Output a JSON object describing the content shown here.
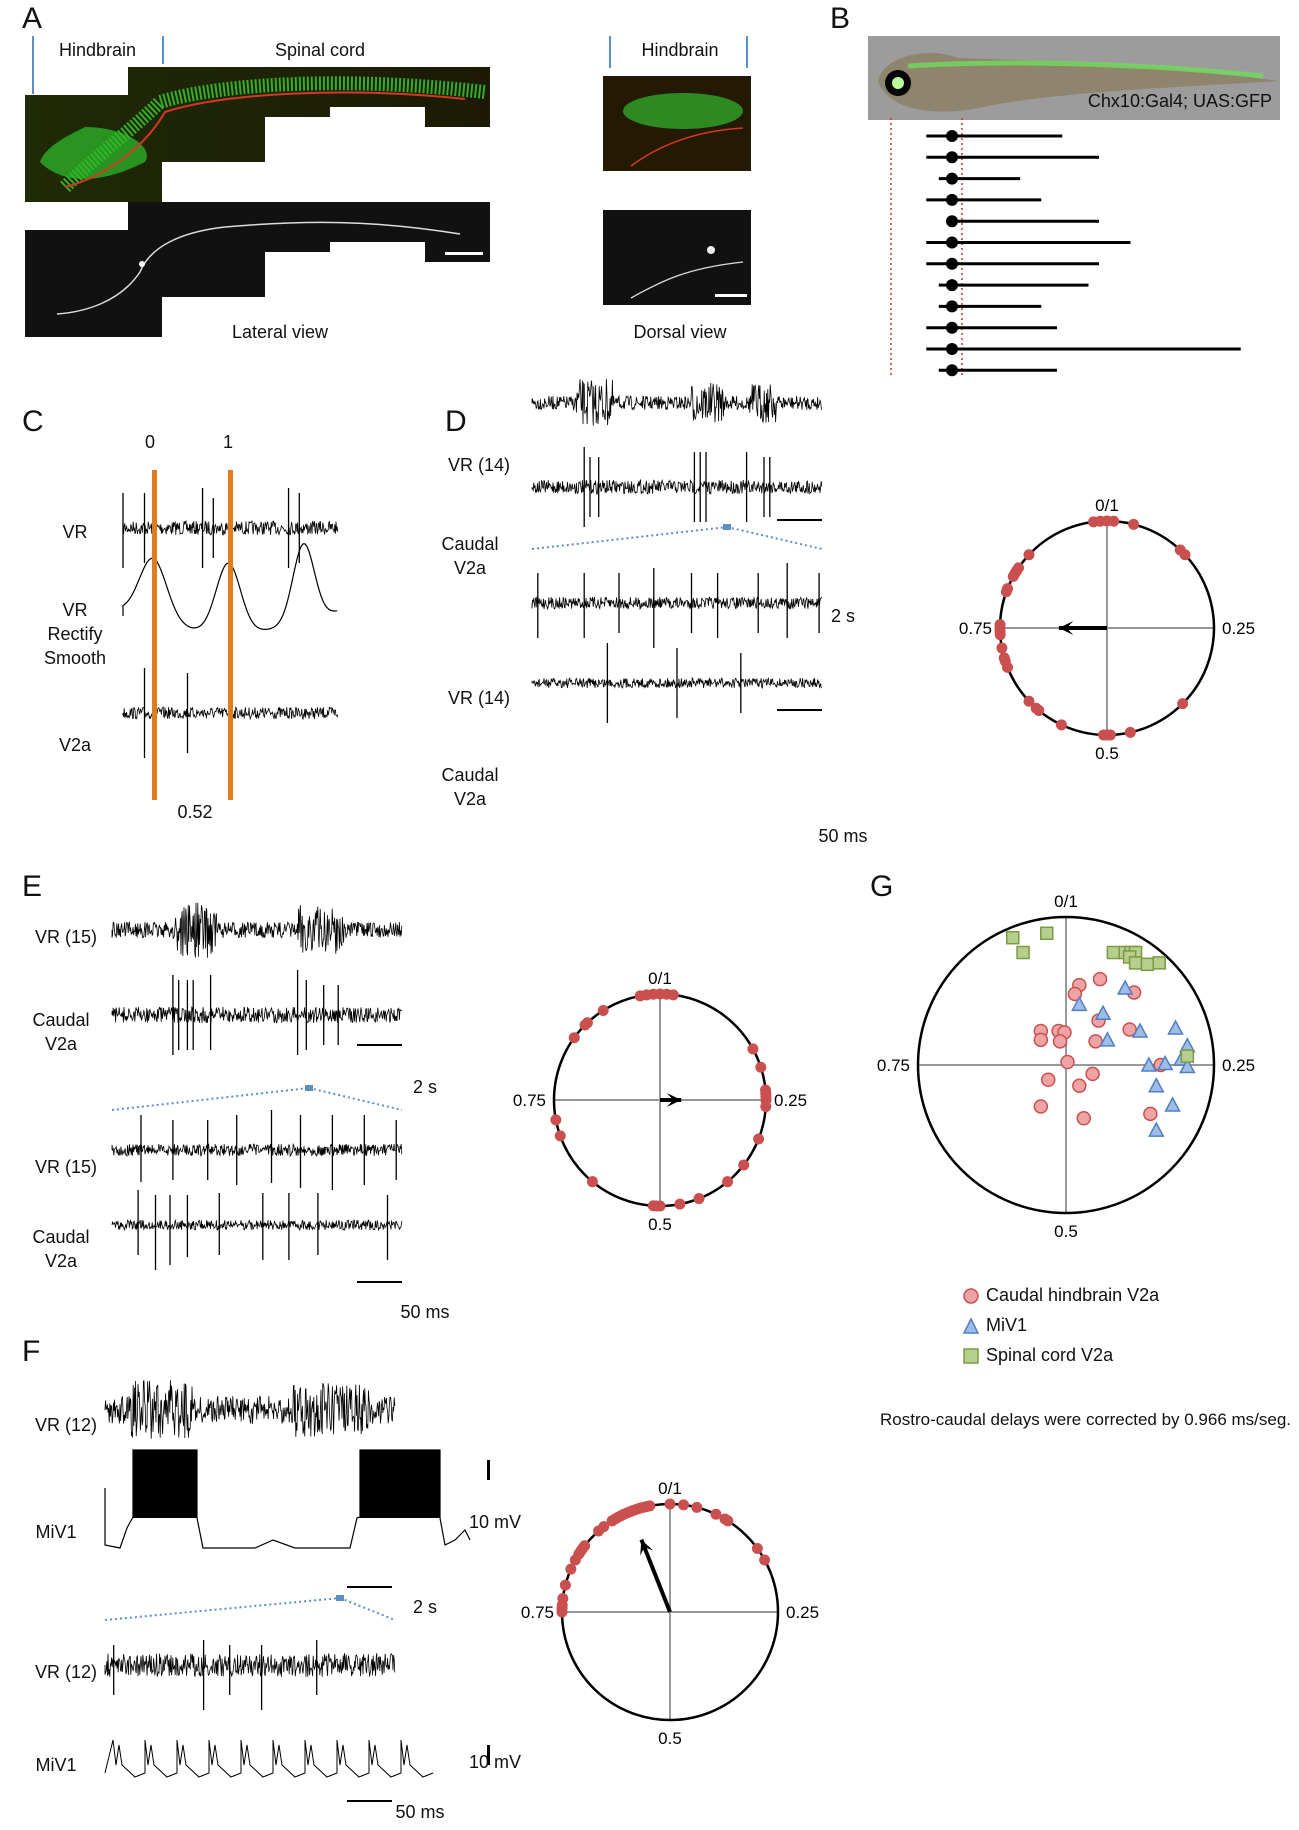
{
  "figure": {
    "panels": [
      "A",
      "B",
      "C",
      "D",
      "E",
      "F",
      "G"
    ]
  },
  "panelA": {
    "label": "A",
    "region_left": "Hindbrain",
    "region_right": "Spinal cord",
    "region_dorsal": "Hindbrain",
    "lateral_caption": "Lateral view",
    "dorsal_caption": "Dorsal view"
  },
  "panelB": {
    "label": "B",
    "image_caption": "Chx10:Gal4; UAS:GFP",
    "projection_rows": [
      {
        "start": -0.35,
        "end": 1.05
      },
      {
        "start": -0.35,
        "end": 1.4
      },
      {
        "start": -0.18,
        "end": 0.65
      },
      {
        "start": -0.35,
        "end": 0.85
      },
      {
        "start": 0.0,
        "end": 1.4
      },
      {
        "start": -0.35,
        "end": 1.7
      },
      {
        "start": -0.35,
        "end": 1.4
      },
      {
        "start": -0.18,
        "end": 1.3
      },
      {
        "start": -0.18,
        "end": 0.85
      },
      {
        "start": -0.35,
        "end": 1.0
      },
      {
        "start": -0.35,
        "end": 2.75
      },
      {
        "start": -0.18,
        "end": 1.0
      }
    ]
  },
  "panelC": {
    "label": "C",
    "cycle_marks": [
      "0",
      "1"
    ],
    "trace_labels": [
      "VR",
      "VR\nRectify\nSmooth",
      "V2a"
    ],
    "phase_value": "0.52",
    "marker_color": "#e07b20"
  },
  "panelD": {
    "label": "D",
    "trace_labels": [
      "VR (14)",
      "Caudal\nV2a",
      "VR (14)",
      "Caudal\nV2a"
    ],
    "scale_slow": "2 s",
    "scale_fast": "50 ms"
  },
  "panelE": {
    "label": "E",
    "trace_labels": [
      "VR (15)",
      "Caudal\nV2a",
      "VR (15)",
      "Caudal\nV2a"
    ],
    "scale_slow": "2 s",
    "scale_fast": "50 ms"
  },
  "panelF": {
    "label": "F",
    "trace_labels": [
      "VR (12)",
      "MiV1",
      "VR (12)",
      "MiV1"
    ],
    "scale_slow": "2 s",
    "scale_fast": "50 ms",
    "scale_voltage_1": "10 mV",
    "scale_voltage_2": "10 mV"
  },
  "panelG": {
    "label": "G",
    "note": "Rostro-caudal delays were corrected by 0.966 ms/seg."
  },
  "colors": {
    "point_red": "#c9504f",
    "point_pink_fill": "#eea4a4",
    "triangle_fill": "#9dbde8",
    "triangle_stroke": "#4f7fc0",
    "square_fill": "#b7cf8c",
    "square_stroke": "#7a9a45",
    "zoom_line": "#5b8fc7",
    "dashed_red": "#c0392b"
  },
  "chart_data": [
    {
      "id": "D-polar",
      "type": "scatter",
      "title": "",
      "coordinate": "polar-phase",
      "tick_labels": {
        "top": "0/1",
        "right": "0.25",
        "bottom": "0.5",
        "left": "0.75"
      },
      "phases": [
        0.0,
        0.01,
        0.99,
        0.98,
        0.04,
        0.12,
        0.13,
        0.87,
        0.845,
        0.84,
        0.835,
        0.83,
        0.81,
        0.805,
        0.755,
        0.75,
        0.745,
        0.74,
        0.72,
        0.705,
        0.7,
        0.69,
        0.63,
        0.615,
        0.61,
        0.57,
        0.5,
        0.505,
        0.495,
        0.465,
        0.375
      ],
      "mean_vector": {
        "phase": 0.75,
        "length": 0.45
      }
    },
    {
      "id": "E-polar",
      "type": "scatter",
      "title": "",
      "coordinate": "polar-phase",
      "tick_labels": {
        "top": "0/1",
        "right": "0.25",
        "bottom": "0.5",
        "left": "0.75"
      },
      "phases": [
        0.97,
        0.98,
        0.99,
        0.0,
        0.01,
        0.02,
        0.91,
        0.88,
        0.875,
        0.85,
        0.17,
        0.2,
        0.235,
        0.24,
        0.245,
        0.25,
        0.26,
        0.31,
        0.355,
        0.39,
        0.44,
        0.47,
        0.5,
        0.505,
        0.51,
        0.61,
        0.695,
        0.72
      ],
      "mean_vector": {
        "phase": 0.25,
        "length": 0.2
      }
    },
    {
      "id": "F-polar",
      "type": "scatter",
      "title": "",
      "coordinate": "polar-phase",
      "tick_labels": {
        "top": "0/1",
        "right": "0.25",
        "bottom": "0.5",
        "left": "0.75"
      },
      "phases": [
        0.0,
        0.02,
        0.04,
        0.07,
        0.085,
        0.09,
        0.15,
        0.17,
        0.97,
        0.965,
        0.96,
        0.955,
        0.95,
        0.945,
        0.94,
        0.935,
        0.93,
        0.925,
        0.92,
        0.915,
        0.91,
        0.895,
        0.885,
        0.855,
        0.85,
        0.845,
        0.84,
        0.83,
        0.815,
        0.79,
        0.77,
        0.76,
        0.755,
        0.75
      ],
      "mean_vector": {
        "phase": 0.94,
        "length": 0.72
      }
    },
    {
      "id": "G-polar",
      "type": "scatter",
      "title": "",
      "coordinate": "polar-xy",
      "tick_labels": {
        "top": "0/1",
        "right": "0.25",
        "bottom": "0.5",
        "left": "0.75"
      },
      "axis_range": [
        -1,
        1
      ],
      "legend": {
        "position": "below",
        "entries": [
          "Caudal hindbrain V2a",
          "MiV1",
          "Spinal cord V2a"
        ]
      },
      "series": [
        {
          "name": "Caudal hindbrain V2a",
          "marker": "circle",
          "points": [
            [
              0.23,
              0.58
            ],
            [
              0.09,
              0.54
            ],
            [
              0.06,
              0.48
            ],
            [
              0.46,
              0.49
            ],
            [
              0.22,
              0.3
            ],
            [
              -0.17,
              0.23
            ],
            [
              -0.05,
              0.23
            ],
            [
              -0.01,
              0.22
            ],
            [
              -0.17,
              0.17
            ],
            [
              -0.04,
              0.16
            ],
            [
              0.2,
              0.16
            ],
            [
              0.43,
              0.24
            ],
            [
              0.01,
              0.02
            ],
            [
              0.64,
              0.0
            ],
            [
              0.18,
              -0.06
            ],
            [
              -0.12,
              -0.1
            ],
            [
              0.09,
              -0.14
            ],
            [
              -0.17,
              -0.28
            ],
            [
              0.12,
              -0.36
            ],
            [
              0.57,
              -0.33
            ]
          ]
        },
        {
          "name": "MiV1",
          "marker": "triangle",
          "points": [
            [
              0.4,
              0.52
            ],
            [
              0.09,
              0.41
            ],
            [
              0.25,
              0.35
            ],
            [
              0.5,
              0.23
            ],
            [
              0.74,
              0.25
            ],
            [
              0.28,
              0.17
            ],
            [
              0.82,
              0.13
            ],
            [
              0.78,
              0.04
            ],
            [
              0.56,
              0.0
            ],
            [
              0.67,
              0.01
            ],
            [
              0.82,
              -0.01
            ],
            [
              0.61,
              -0.14
            ],
            [
              0.72,
              -0.27
            ],
            [
              0.61,
              -0.44
            ]
          ]
        },
        {
          "name": "Spinal cord V2a",
          "marker": "square",
          "points": [
            [
              -0.36,
              0.86
            ],
            [
              -0.13,
              0.89
            ],
            [
              -0.29,
              0.76
            ],
            [
              0.32,
              0.76
            ],
            [
              0.4,
              0.76
            ],
            [
              0.44,
              0.76
            ],
            [
              0.47,
              0.76
            ],
            [
              0.43,
              0.73
            ],
            [
              0.47,
              0.69
            ],
            [
              0.55,
              0.68
            ],
            [
              0.63,
              0.69
            ],
            [
              0.82,
              0.06
            ]
          ]
        }
      ]
    }
  ]
}
